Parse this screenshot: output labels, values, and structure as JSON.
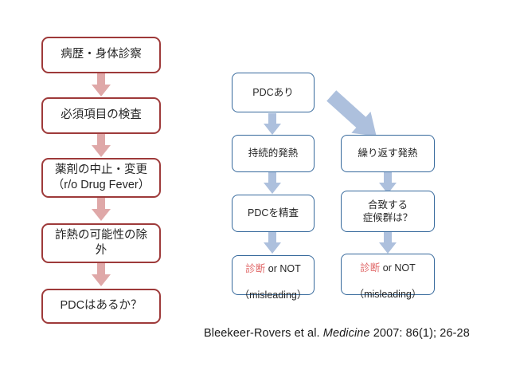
{
  "colors": {
    "maroon_border": "#9e3a3a",
    "maroon_arrow": "#dfa8a8",
    "blue_border": "#36699c",
    "blue_arrow": "#adc0dd",
    "red_text": "#e06666",
    "text": "#262626",
    "background": "#ffffff"
  },
  "left_flow": {
    "steps": [
      {
        "id": "history-physical",
        "label": "病歴・身体診察"
      },
      {
        "id": "essential-tests",
        "label": "必須項目の検査"
      },
      {
        "id": "drug-withdrawal",
        "label": "薬剤の中止・変更\n（r/o Drug Fever）"
      },
      {
        "id": "rule-out-factitious",
        "label": "詐熱の可能性の除\n外"
      },
      {
        "id": "pdc-present-question",
        "label": "PDCはあるか？"
      }
    ],
    "arrow_count": 4
  },
  "right_flow": {
    "root": {
      "id": "pdc-present",
      "label": "PDCあり"
    },
    "branches": [
      {
        "id": "continuous-fever-branch",
        "steps": [
          {
            "id": "continuous-fever",
            "label": "持続的発熱"
          },
          {
            "id": "pdc-workup",
            "label": "PDCを精査"
          },
          {
            "id": "diagnosis-or-not-left",
            "label_red": "診断",
            "label_rest": " or NOT",
            "label_line2": "（misleading）"
          }
        ]
      },
      {
        "id": "recurrent-fever-branch",
        "steps": [
          {
            "id": "recurrent-fever",
            "label": "繰り返す発熱"
          },
          {
            "id": "matching-syndrome",
            "label": "合致する\n症候群は？"
          },
          {
            "id": "diagnosis-or-not-right",
            "label_red": "診断",
            "label_rest": " or NOT",
            "label_line2": "（misleading）"
          }
        ]
      }
    ]
  },
  "citation": {
    "author": "Bleekeer-Rovers et al. ",
    "journal": "Medicine",
    "reference": " 2007: 86(1); 26-28"
  }
}
